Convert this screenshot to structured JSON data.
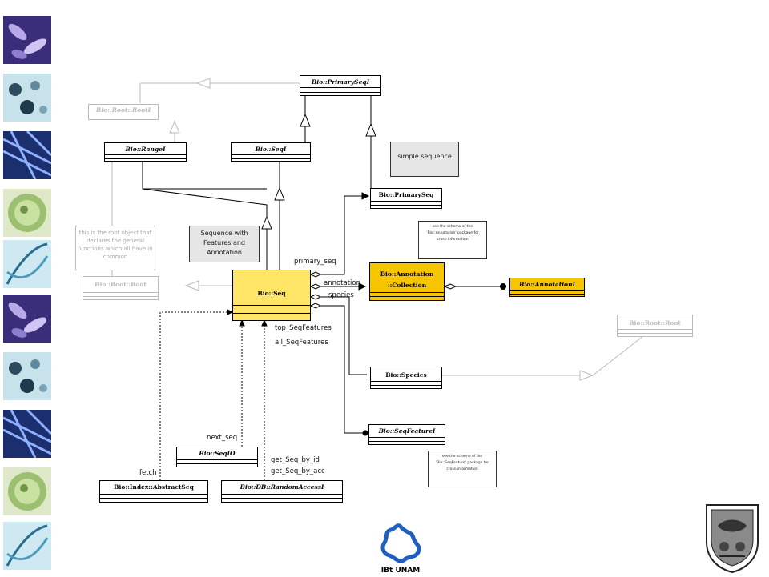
{
  "classes": {
    "primaryseq_i": "Bio::PrimarySeqI",
    "root_rooti": "Bio::Root::RootI",
    "rangei": "Bio::RangeI",
    "seqi": "Bio::SeqI",
    "primaryseq": "Bio::PrimarySeq",
    "seq": "Bio::Seq",
    "annotation_collection_line1": "Bio::Annotation",
    "annotation_collection_line2": "::Collection",
    "annotationi": "Bio::AnnotationI",
    "root_root_left": "Bio::Root::Root",
    "root_root_right": "Bio::Root::Root",
    "species": "Bio::Species",
    "seqfeaturei": "Bio::SeqFeatureI",
    "seqio": "Bio::SeqIO",
    "index_abstractseq": "Bio::Index::AbstractSeq",
    "db_randomaccessi": "Bio::DB::RandomAccessI"
  },
  "notes": {
    "simple_sequence": "simple sequence",
    "seq_with_features": "Sequence with Features and Annotation",
    "root_note": "this is the root object that declares the general functions which all have in common",
    "annotation_note": "see the scheme of the 'Bio::Annotation' package for cross-information",
    "seqfeature_note": "see the scheme of the 'Bio::SeqFeature' package for cross-information"
  },
  "labels": {
    "primary_seq": "primary_seq",
    "annotation": "annotation",
    "species": "species",
    "top_seqfeatures": "top_SeqFeatures",
    "all_seqfeatures": "all_SeqFeatures",
    "next_seq": "next_seq",
    "fetch": "fetch",
    "get_seq_by_id": "get_Seq_by_id",
    "get_seq_by_acc": "get_Seq_by_acc"
  },
  "footer": {
    "logo_text": "IBt UNAM"
  },
  "colors": {
    "bioseq": "#ffe566",
    "annotation_collection": "#f7c400",
    "annotationi": "#f7c400",
    "inactive": "#bbbbbb"
  },
  "thumbnails": [
    "bacteria",
    "cells",
    "fibers",
    "cell-sphere",
    "dna",
    "bacteria",
    "cells",
    "fibers",
    "cell-sphere",
    "dna"
  ]
}
